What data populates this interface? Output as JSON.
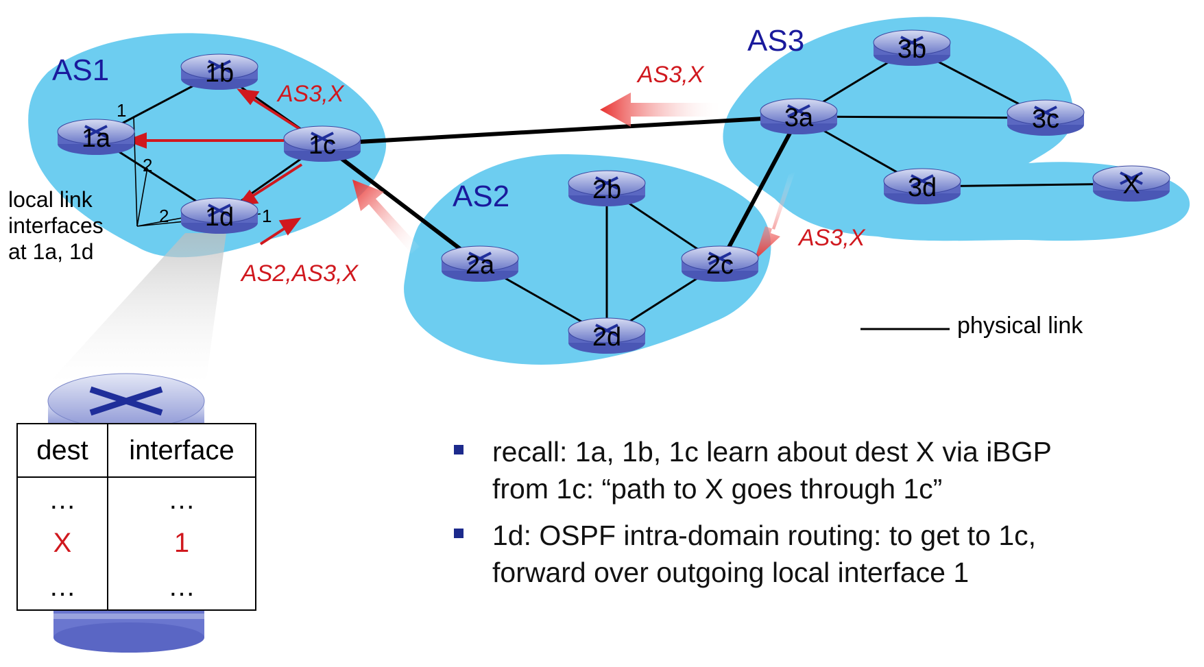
{
  "as_labels": {
    "as1": "AS1",
    "as2": "AS2",
    "as3": "AS3"
  },
  "routers": [
    "1a",
    "1b",
    "1c",
    "1d",
    "2a",
    "2b",
    "2c",
    "2d",
    "3a",
    "3b",
    "3c",
    "3d",
    "X"
  ],
  "route_labels": {
    "as3x_1c": "AS3,X",
    "as3x_top": "AS3,X",
    "as3x_2c": "AS3,X",
    "as2as3x": "AS2,AS3,X"
  },
  "interfaces": {
    "if_1a_1": "1",
    "if_1a_2": "2",
    "if_1d_2": "2",
    "if_1d_1": "1"
  },
  "local_link_note": [
    "local link",
    "interfaces",
    "at 1a, 1d"
  ],
  "legend": {
    "physical_link": "physical link"
  },
  "forwarding_table": {
    "headers": [
      "dest",
      "interface"
    ],
    "rows": [
      [
        "…",
        "…"
      ],
      [
        "X",
        "1"
      ],
      [
        "…",
        "…"
      ]
    ]
  },
  "bullets": [
    [
      "recall: 1a, 1b, 1c learn about dest X via iBGP",
      "from 1c: “path to X goes through 1c”"
    ],
    [
      "1d: OSPF intra-domain routing: to get to 1c,",
      "forward over outgoing local interface 1"
    ]
  ],
  "colors": {
    "cloud": "#6dcdf0",
    "route_arrow": "#d0181e",
    "as_label": "#1a1a9c",
    "bullet": "#1c2a8c"
  }
}
